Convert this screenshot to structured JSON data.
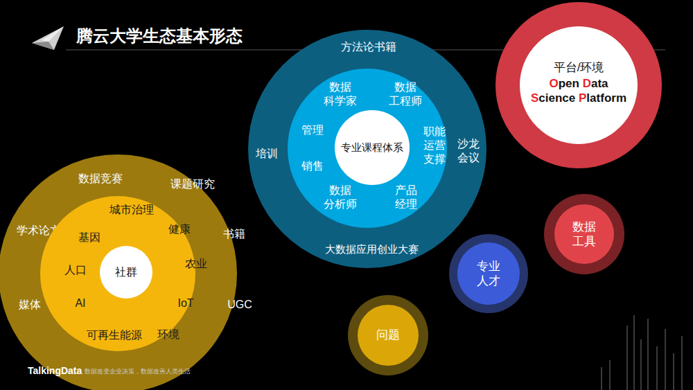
{
  "diagram": {
    "title": "腾云大学生态基本形态",
    "nodes": [
      {
        "text": [
          "方法论书籍",
          "培训",
          "沙龙 会议",
          "大数据应用创业大赛"
        ]
      },
      {
        "text": [
          "数据 科学家",
          "数据 工程师",
          "管理",
          "销售",
          "职能 运营 支撑",
          "数据 分析师",
          "产品 经理"
        ],
        "in": 0
      },
      {
        "text": [
          "专业课程体系"
        ],
        "in": 1
      },
      {
        "text": [
          "平台/环境",
          "Open Data Science Platform"
        ]
      },
      {
        "text": [
          "数据竞赛",
          "课题研究",
          "学术论文",
          "书籍",
          "媒体",
          "UGC"
        ]
      },
      {
        "text": [
          "城市治理",
          "基因",
          "健康",
          "人口",
          "农业",
          "AI",
          "IoT",
          "可再生能源",
          "环境"
        ],
        "in": 4
      },
      {
        "text": [
          "社群"
        ],
        "in": 5
      },
      {
        "text": [
          "数据 工具"
        ]
      },
      {
        "text": [
          "专业 人才"
        ]
      },
      {
        "text": [
          "问题"
        ]
      }
    ],
    "labels": [
      "TalkingData",
      "数据改变企业决策，数据改善人类生活"
    ]
  }
}
